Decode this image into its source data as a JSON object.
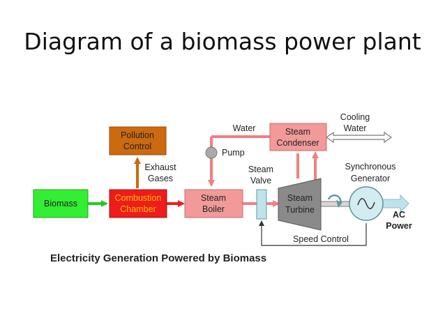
{
  "title": "Diagram of a biomass power plant",
  "caption": "Electricity Generation Powered by Biomass",
  "boxes": {
    "biomass": "Biomass",
    "pollution_control": [
      "Pollution",
      "Control"
    ],
    "combustion_chamber": [
      "Combustion",
      "Chamber"
    ],
    "steam_boiler": [
      "Steam",
      "Boiler"
    ],
    "steam_condenser": [
      "Steam",
      "Condenser"
    ],
    "steam_turbine": [
      "Steam",
      "Turbine"
    ]
  },
  "labels": {
    "exhaust_gases": [
      "Exhaust",
      "Gases"
    ],
    "water": "Water",
    "pump": "Pump",
    "cooling_water": [
      "Cooling",
      "Water"
    ],
    "steam_valve": [
      "Steam",
      "Valve"
    ],
    "synchronous_generator": [
      "Synchronous",
      "Generator"
    ],
    "ac_power": [
      "AC",
      "Power"
    ],
    "speed_control": "Speed Control"
  },
  "colors": {
    "biomass": "#33ee33",
    "pollution_control": "#cc6a10",
    "combustion_chamber": "#ee1c1c",
    "steam_pink": "#f29a9a",
    "steam_pipe": "#f08080",
    "turbine_gray": "#8a8a8a",
    "generator_teal": "#d3ecef",
    "valve_blue": "#bfe3ea"
  }
}
